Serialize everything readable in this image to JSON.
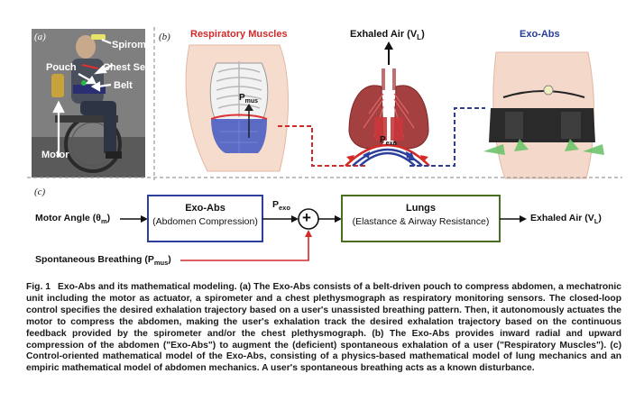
{
  "panel_a": {
    "label": "(a)",
    "callouts": {
      "spirometer": "Spirometer",
      "pouch": "Pouch",
      "chest_sensor": "Chest Sensor",
      "belt": "Belt",
      "motor": "Motor"
    }
  },
  "panel_b": {
    "label": "(b)",
    "respiratory_muscles": "Respiratory Muscles",
    "exhaled_air": "Exhaled Air (V",
    "exhaled_air_sub": "L",
    "exhaled_air_close": ")",
    "exo_abs": "Exo-Abs",
    "pmus_main": "P",
    "pmus_sub": "mus",
    "pexo_main": "P",
    "pexo_sub": "exo"
  },
  "panel_c": {
    "label": "(c)",
    "motor_angle": "Motor Angle (θ",
    "motor_angle_sub": "m",
    "motor_angle_close": ")",
    "block1_title": "Exo-Abs",
    "block1_sub": "(Abdomen Compression)",
    "pexo_main": "P",
    "pexo_sub": "exo",
    "sum_symbol": "+",
    "block2_title": "Lungs",
    "block2_sub": "(Elastance & Airway Resistance)",
    "output": "Exhaled Air (V",
    "output_sub": "L",
    "output_close": ")",
    "disturbance": "Spontaneous Breathing (P",
    "disturbance_sub": "mus",
    "disturbance_close": ")"
  },
  "caption": {
    "fig_label": "Fig. 1",
    "text": "Exo-Abs and its mathematical modeling. (a) The Exo-Abs consists of a belt-driven pouch to compress abdomen, a mechatronic unit including the motor as actuator, a spirometer and a chest plethysmograph as respiratory monitoring sensors. The closed-loop control specifies the desired exhalation trajectory based on a user's unassisted breathing pattern. Then, it autonomously actuates the motor to compress the abdomen, making the user's exhalation track the desired exhalation trajectory based on the continuous feedback provided by the spirometer and/or the chest plethysmograph. (b) The Exo-Abs provides inward radial and upward compression of the abdomen (\"Exo-Abs\") to augment the (deficient) spontaneous exhalation of a user (\"Respiratory Muscles\"). (c) Control-oriented mathematical model of the Exo-Abs, consisting of a physics-based mathematical model of lung mechanics and an empiric mathematical model of abdomen mechanics. A user's spontaneous breathing acts as a known disturbance."
  },
  "colors": {
    "red": "#d32a2a",
    "blue": "#2c3f9a",
    "green": "#4a6f1e",
    "label_red": "#d22a2a",
    "label_blue": "#283c9c"
  }
}
